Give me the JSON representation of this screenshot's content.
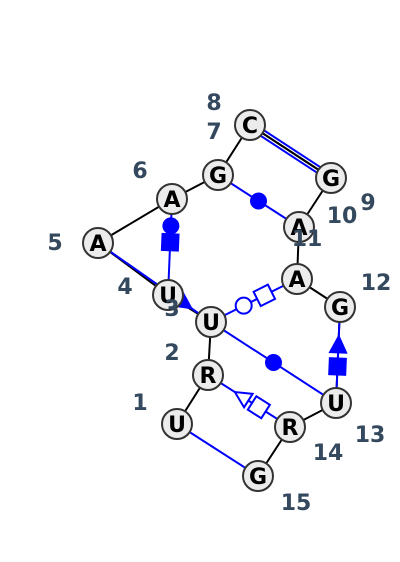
{
  "colors": {
    "base_pair": "#0000ff",
    "backbone": "#000000",
    "nucleotide_fill": "#ececec",
    "nucleotide_stroke": "#333333",
    "number_label": "#34495e"
  },
  "nucleotides": [
    {
      "id": 1,
      "base": "U",
      "label": "1"
    },
    {
      "id": 2,
      "base": "R",
      "label": "2"
    },
    {
      "id": 3,
      "base": "U",
      "label": "3"
    },
    {
      "id": 4,
      "base": "U",
      "label": "4"
    },
    {
      "id": 5,
      "base": "A",
      "label": "5"
    },
    {
      "id": 6,
      "base": "A",
      "label": "6"
    },
    {
      "id": 7,
      "base": "G",
      "label": "7"
    },
    {
      "id": 8,
      "base": "C",
      "label": "8"
    },
    {
      "id": 9,
      "base": "G",
      "label": "9"
    },
    {
      "id": 10,
      "base": "A",
      "label": "10"
    },
    {
      "id": 11,
      "base": "A",
      "label": "11"
    },
    {
      "id": 12,
      "base": "G",
      "label": "12"
    },
    {
      "id": 13,
      "base": "U",
      "label": "13"
    },
    {
      "id": 14,
      "base": "R",
      "label": "14"
    },
    {
      "id": 15,
      "base": "G",
      "label": "15"
    }
  ],
  "backbone_links": [
    [
      1,
      2
    ],
    [
      2,
      3
    ],
    [
      3,
      4
    ],
    [
      4,
      5
    ],
    [
      5,
      6
    ],
    [
      6,
      7
    ],
    [
      7,
      8
    ],
    [
      8,
      9
    ],
    [
      9,
      10
    ],
    [
      10,
      11
    ],
    [
      11,
      12
    ],
    [
      12,
      13
    ],
    [
      13,
      14
    ],
    [
      14,
      15
    ]
  ],
  "base_pairs": [
    {
      "from": 1,
      "to": 15,
      "type": "plain"
    },
    {
      "from": 2,
      "to": 14,
      "type": "triangle-square"
    },
    {
      "from": 3,
      "to": 11,
      "type": "circle-square"
    },
    {
      "from": 3,
      "to": 13,
      "type": "dot"
    },
    {
      "from": 4,
      "to": 6,
      "type": "dot-square"
    },
    {
      "from": 5,
      "to": 3,
      "type": "triangle"
    },
    {
      "from": 7,
      "to": 10,
      "type": "dot"
    },
    {
      "from": 8,
      "to": 9,
      "type": "canonical"
    },
    {
      "from": 12,
      "to": 13,
      "type": "triangle-square"
    }
  ]
}
